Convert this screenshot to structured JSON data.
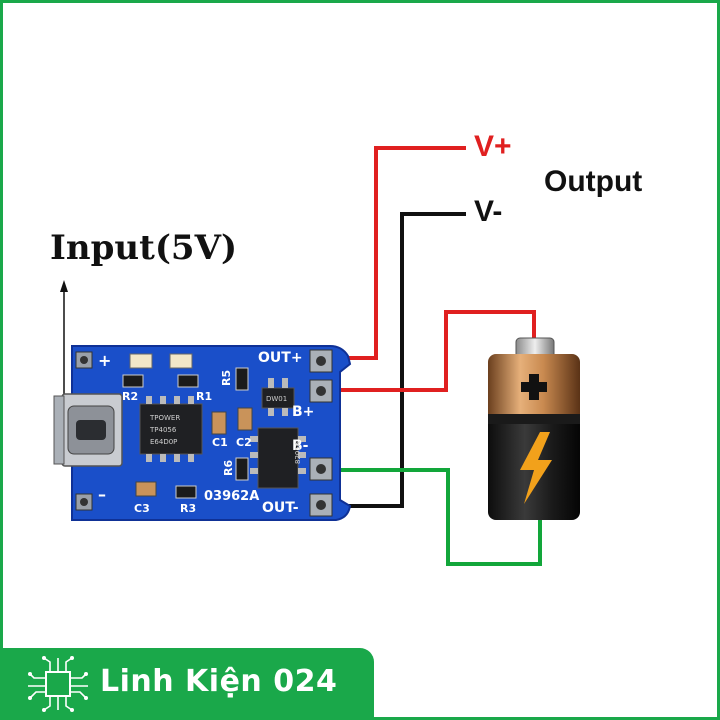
{
  "diagram": {
    "input_label": "Input(5V)",
    "vplus_label": "V+",
    "vminus_label": "V-",
    "output_label": "Output"
  },
  "pcb": {
    "pin_out_plus": "OUT+",
    "pin_b_plus": "B+",
    "pin_b_minus": "B-",
    "pin_out_minus": "OUT-",
    "board_code": "03962A",
    "plus_mark": "+",
    "minus_mark": "–",
    "labels": [
      "R2",
      "R1",
      "R5",
      "C1",
      "C2",
      "R6",
      "C3",
      "R3"
    ],
    "chip_top": "TPOWER",
    "chip_mid": "TP4056",
    "chip_bot": "E64D0P",
    "chip2_text": "DW01",
    "chip3_text": "8205A"
  },
  "colors": {
    "brand_green": "#1aa84a",
    "wire_red": "#e02020",
    "wire_black": "#111111",
    "wire_green": "#12a63a",
    "pcb_blue": "#1a4fc9"
  },
  "banner": {
    "brand": "Linh Kiện 024",
    "icon": "circuit-chip-icon"
  }
}
